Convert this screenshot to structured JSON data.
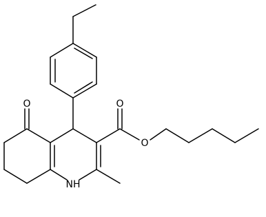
{
  "molecule": {
    "atom_labels": {
      "carbonyl_oxygen_ketone": "O",
      "carbonyl_oxygen_ester": "O",
      "ester_oxygen": "O",
      "ring_nitrogen": "NH"
    },
    "colors": {
      "bond": "#000000",
      "label": "#000000",
      "background": "#ffffff"
    }
  }
}
